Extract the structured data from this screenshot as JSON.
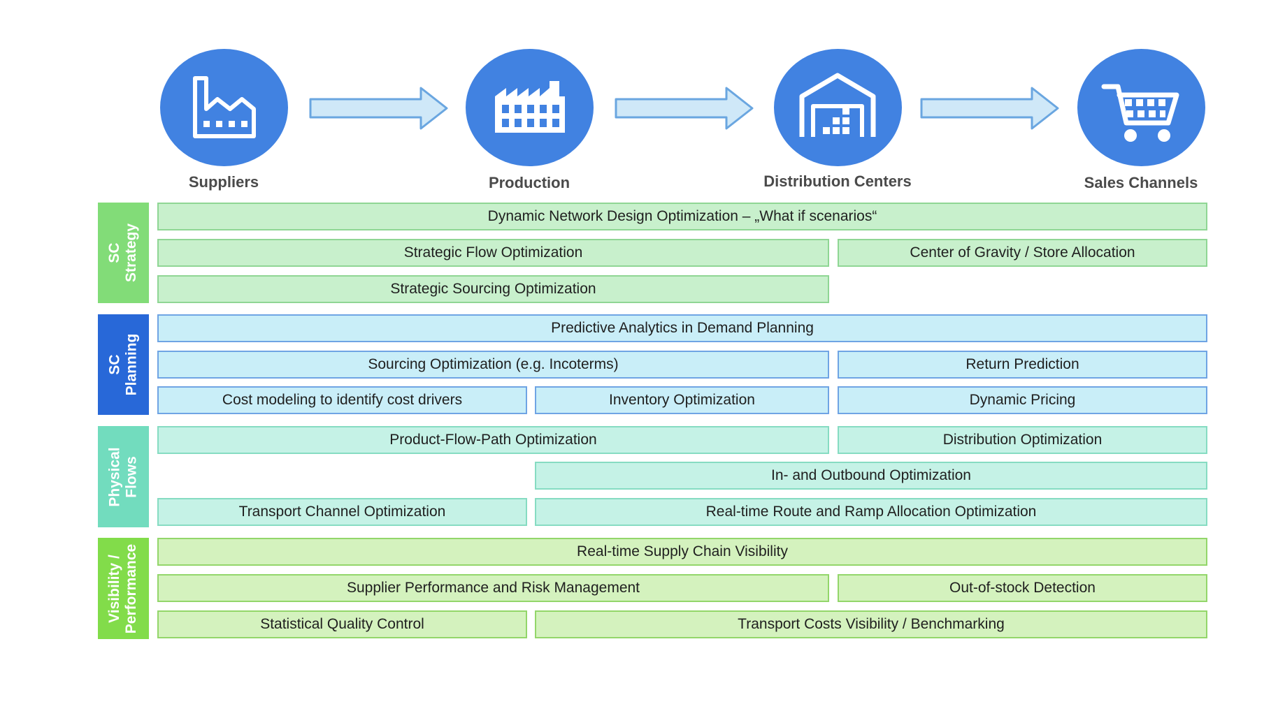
{
  "flow": {
    "stages": [
      {
        "label": "Suppliers",
        "icon": "factory-icon"
      },
      {
        "label": "Production",
        "icon": "building-icon"
      },
      {
        "label": "Distribution Centers",
        "icon": "warehouse-icon"
      },
      {
        "label": "Sales Channels",
        "icon": "shopping-cart-icon"
      }
    ],
    "arrow_icon": "right-arrow-icon"
  },
  "groups": {
    "strategy": {
      "label": "SC\nStrategy",
      "rows": [
        [
          "Dynamic Network Design Optimization – „What if scenarios“"
        ],
        [
          "Strategic Flow Optimization",
          "Center of Gravity / Store Allocation"
        ],
        [
          "Strategic Sourcing Optimization"
        ]
      ]
    },
    "planning": {
      "label": "SC\nPlanning",
      "rows": [
        [
          "Predictive Analytics in Demand Planning"
        ],
        [
          "Sourcing Optimization (e.g. Incoterms)",
          "Return Prediction"
        ],
        [
          "Cost modeling to identify cost drivers",
          "Inventory Optimization",
          "Dynamic Pricing"
        ]
      ]
    },
    "flows": {
      "label": "Physical\nFlows",
      "rows": [
        [
          "Product-Flow-Path Optimization",
          "Distribution Optimization"
        ],
        [
          "In- and Outbound Optimization"
        ],
        [
          "Transport Channel Optimization",
          "Real-time Route and Ramp Allocation Optimization"
        ]
      ]
    },
    "visibility": {
      "label": "Visibility /\nPerformance",
      "rows": [
        [
          "Real-time Supply Chain Visibility"
        ],
        [
          "Supplier Performance and Risk Management",
          "Out-of-stock Detection"
        ],
        [
          "Statistical Quality Control",
          "Transport Costs Visibility / Benchmarking"
        ]
      ]
    }
  },
  "colors": {
    "circle": "#4182e1",
    "arrow_fill": "#cfe8f8",
    "arrow_stroke": "#6aa6e0",
    "strategy": "#82dc78",
    "planning": "#2868d8",
    "flows": "#72dcbe",
    "visibility": "#82dc4a"
  }
}
